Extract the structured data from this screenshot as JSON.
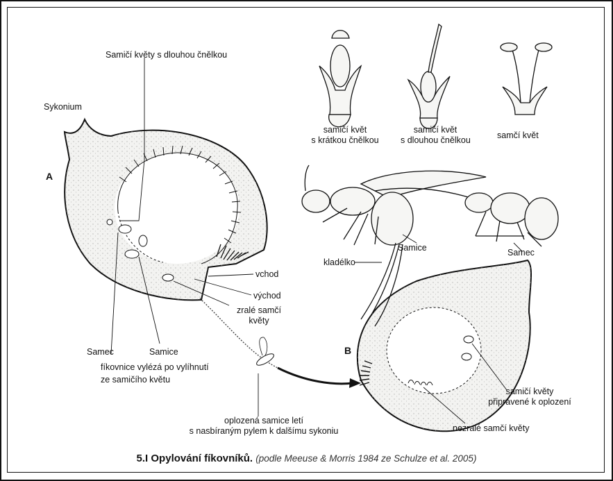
{
  "labels": {
    "female_flowers_long_style_top": "Samičí květy s dlouhou čnělkou",
    "sykonium": "Sykonium",
    "panel_a": "A",
    "panel_b": "B",
    "female_flower_short_l1": "samičí květ",
    "female_flower_short_l2": "s krátkou čnělkou",
    "female_flower_long_l1": "samičí květ",
    "female_flower_long_l2": "s dlouhou čnělkou",
    "male_flower": "samčí květ",
    "samice": "Samice",
    "samec": "Samec",
    "kladelko": "kladélko",
    "vchod": "vchod",
    "vychod": "východ",
    "zrale_l1": "zralé samčí",
    "zrale_l2": "květy",
    "samec_a": "Samec",
    "samice_a": "Samice",
    "emerge_l1": "fíkovnice vylézá po vylíhnutí",
    "emerge_l2": "ze samičího květu",
    "fertilized_l1": "oplozená samice letí",
    "fertilized_l2": "s nasbíraným pylem k dalšímu sykoniu",
    "ready_l1": "samičí květy",
    "ready_l2": "připravené k  oplození",
    "immature": "nezralé samčí květy"
  },
  "caption": {
    "number_title": "5.I Opylování fíkovníků.",
    "source": "(podle Meeuse & Morris 1984 ze Schulze et al. 2005)"
  },
  "colors": {
    "ink": "#111111",
    "fig_fill": "#f2f2f0",
    "stipple": "#9a9a9a"
  }
}
